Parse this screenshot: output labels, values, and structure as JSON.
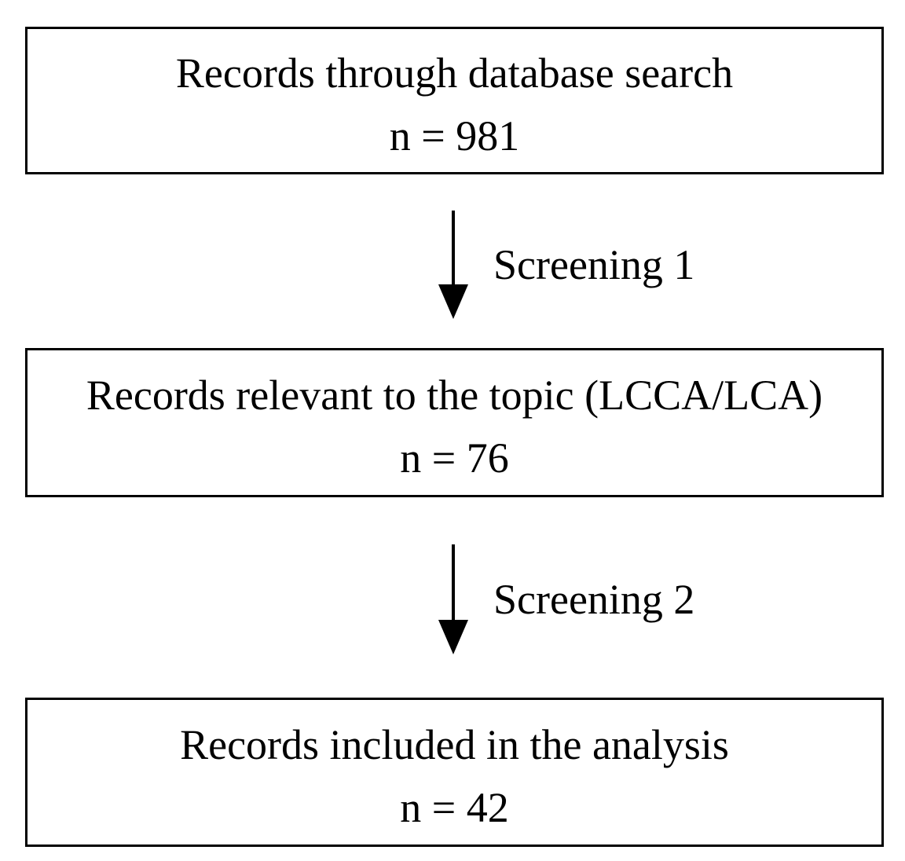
{
  "diagram": {
    "boxes": [
      {
        "label": "Records through database search",
        "count": "n = 981"
      },
      {
        "label": "Records relevant to the topic (LCCA/LCA)",
        "count": "n = 76"
      },
      {
        "label": "Records included in the analysis",
        "count": "n = 42"
      }
    ],
    "arrows": [
      {
        "label": "Screening 1"
      },
      {
        "label": "Screening 2"
      }
    ],
    "colors": {
      "border": "#000000",
      "text": "#000000",
      "background": "#ffffff"
    }
  }
}
